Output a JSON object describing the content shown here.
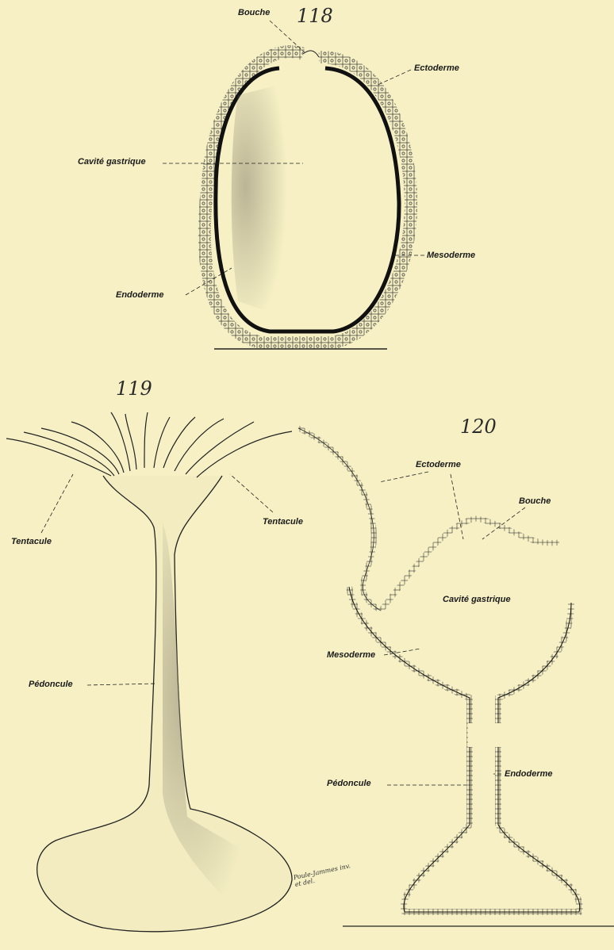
{
  "figures": {
    "fig118": {
      "number": "118",
      "labels": {
        "bouche": "Bouche",
        "ectoderme": "Ectoderme",
        "cavite": "Cavité gastrique",
        "mesoderme": "Mesoderme",
        "endoderme": "Endoderme"
      }
    },
    "fig119": {
      "number": "119",
      "labels": {
        "tentacule_left": "Tentacule",
        "tentacule_right": "Tentacule",
        "pedoncule": "Pédoncule"
      }
    },
    "fig120": {
      "number": "120",
      "labels": {
        "ectoderme": "Ectoderme",
        "bouche": "Bouche",
        "cavite": "Cavité gastrique",
        "mesoderme": "Mesoderme",
        "endoderme": "Endoderme",
        "pedoncule": "Pédoncule"
      }
    }
  },
  "signature": "Poule-Jammes inv. et del.",
  "colors": {
    "paper": "#f6f0c4",
    "ink": "#1a1a1a"
  }
}
